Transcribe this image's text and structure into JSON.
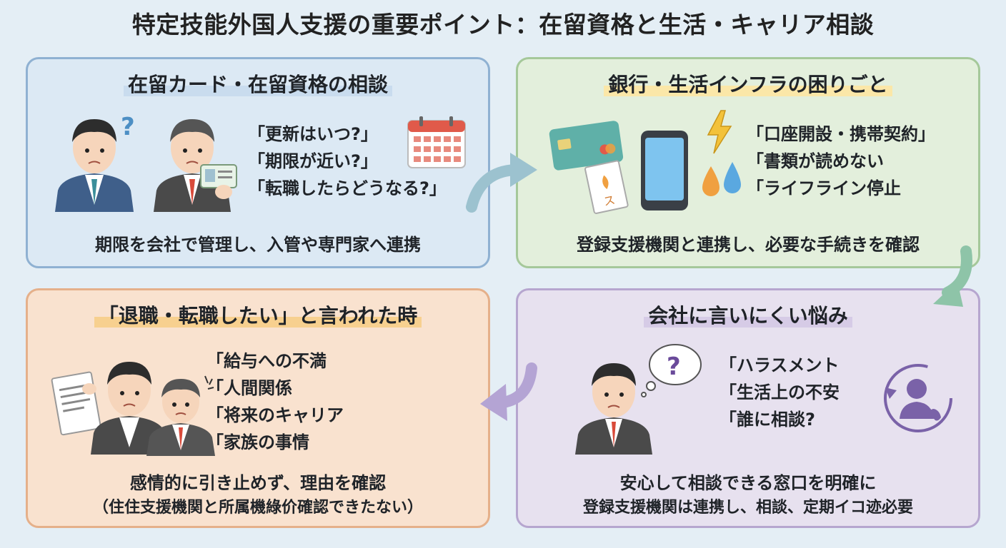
{
  "title": "特定技能外国人支援の重要ポイント：在留資格と生活・キャリア相談",
  "panels": {
    "residence": {
      "title": "在留カード・在留資格の相談",
      "quotes": [
        "「更新はいつ?」",
        "「期限が近い?」",
        "「転職したらどうなる?」"
      ],
      "footer": "期限を会社で管理し、入管や専門家へ連携"
    },
    "infra": {
      "title": "銀行・生活インフラの困りごと",
      "quotes": [
        "「口座開設・携帯契約」",
        "「書類が読めない",
        "「ライフライン停止"
      ],
      "footer": "登録支援機関と連携し、必要な手続きを確認"
    },
    "resign": {
      "title": "「退職・転職したい」と言われた時",
      "quotes": [
        "「給与への不満",
        "「人間関係",
        "「将来のキャリア",
        "「家族の事情"
      ],
      "footer": "感情的に引き止めず、理由を確認",
      "footer_sub": "（住住支援機関と所属機綠价確認できたない）"
    },
    "worries": {
      "title": "会社に言いにくい悩み",
      "quotes": [
        "「ハラスメント",
        "「生活上の不安",
        "「誰に相談?"
      ],
      "footer": "安心して相談できる窓口を明確に",
      "footer_sub": "登録支援機関は連携し、相談、定期イコ迹必要"
    }
  },
  "icons": {
    "question_mark": "?",
    "card_label": "ス",
    "colors": {
      "blue_panel": "#dce9f4",
      "green_panel": "#e3efdc",
      "orange_panel": "#f9e2cf",
      "purple_panel": "#e7e1ef",
      "accent_red": "#d94a3a"
    }
  }
}
